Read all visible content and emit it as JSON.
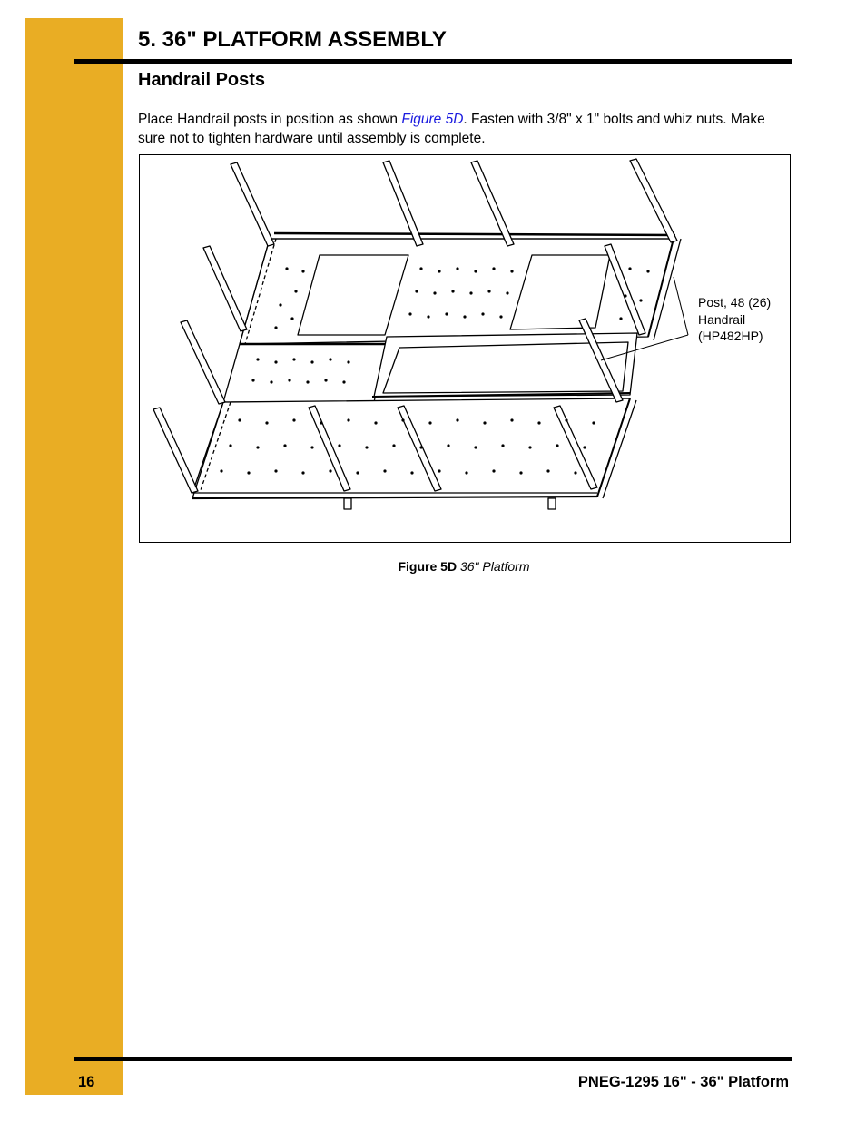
{
  "header": {
    "chapter_title": "5. 36\" PLATFORM ASSEMBLY",
    "section_title": "Handrail Posts"
  },
  "body": {
    "text_before_link": "Place Handrail posts in position as shown ",
    "link_text": "Figure 5D",
    "text_after_link": ". Fasten with 3/8\" x 1\" bolts and whiz nuts. Make sure not to tighten hardware until assembly is complete."
  },
  "figure": {
    "callout": {
      "line1": "Post, 48 (26)",
      "line2": "Handrail",
      "line3": "(HP482HP)"
    },
    "caption_number": "Figure 5D",
    "caption_text": "36\" Platform"
  },
  "footer": {
    "page_number": "16",
    "document_title": "PNEG-1295 16\" - 36\" Platform"
  },
  "colors": {
    "side_bar": "#e9ad24",
    "link": "#1a1adf",
    "rule": "#000000"
  }
}
